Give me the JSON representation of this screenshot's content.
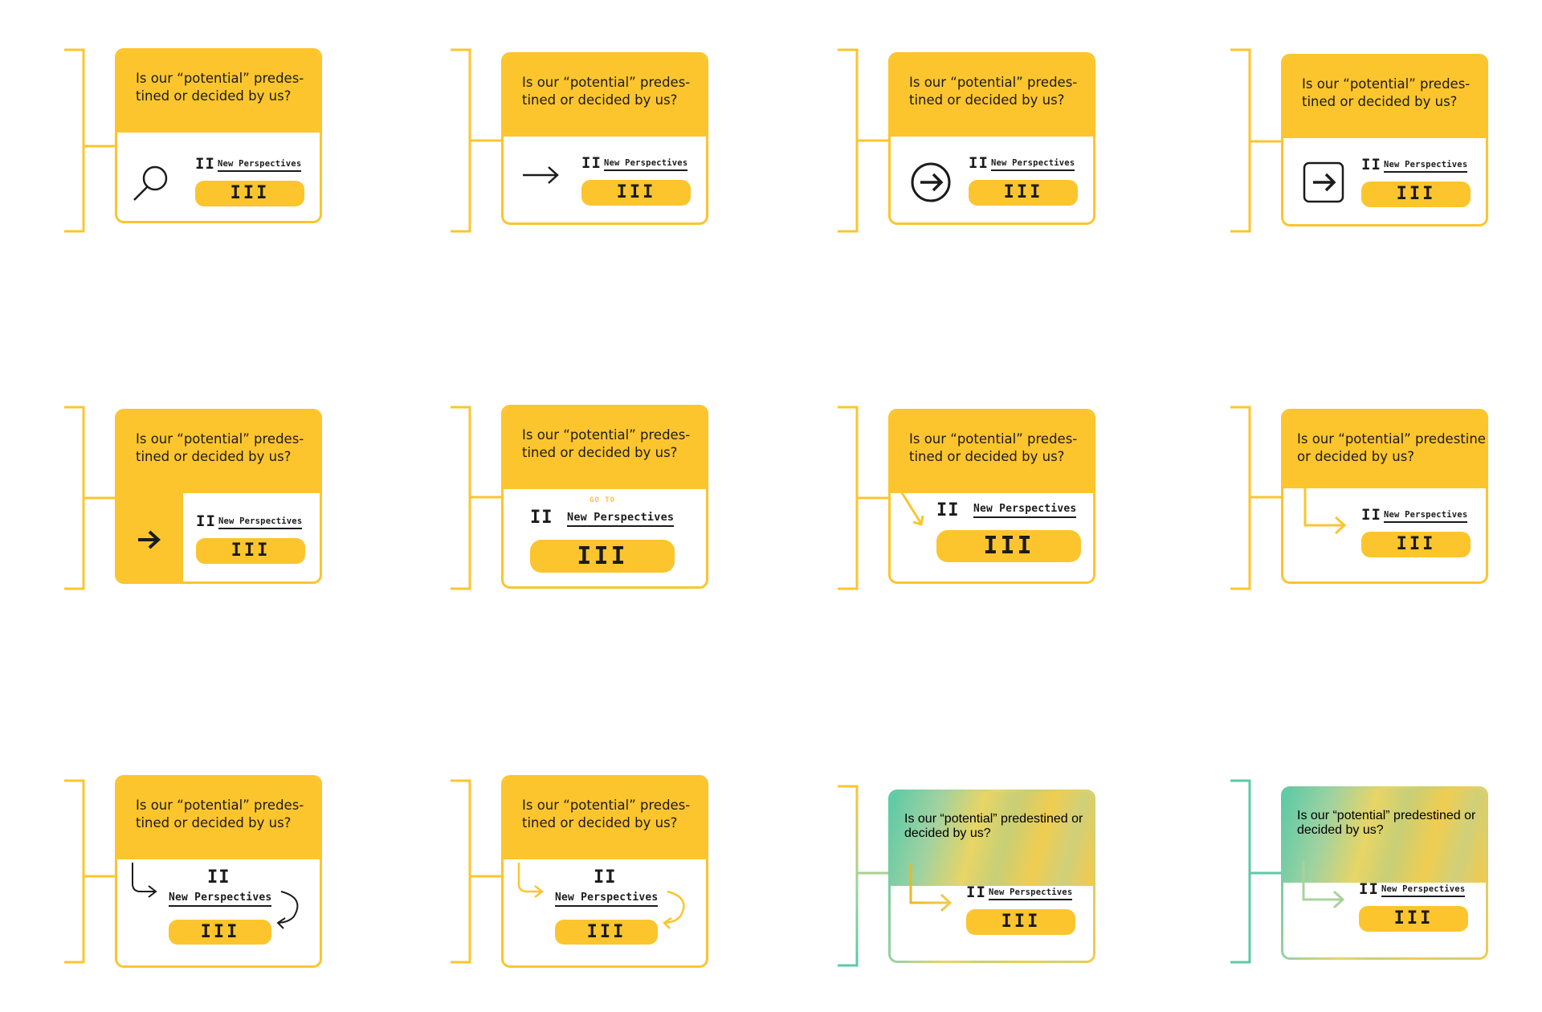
{
  "colors": {
    "accent": "#fcc52e",
    "ink": "#1b1b1b",
    "teal": "#5cc9a7"
  },
  "question_split": [
    "Is our “potential” predes-",
    "tined or decided by us?"
  ],
  "question_wide": [
    "Is our “potential” predestined",
    "or decided by us?"
  ],
  "level_two": "II",
  "section_title": "New Perspectives",
  "level_three": "III",
  "goto_label": "GO TO",
  "variants": [
    {
      "icon": "magnifier-icon"
    },
    {
      "icon": "arrow-right-icon"
    },
    {
      "icon": "circle-arrow-icon"
    },
    {
      "icon": "square-arrow-icon"
    },
    {
      "icon": "bold-arrow-icon"
    },
    {
      "icon": "none"
    },
    {
      "icon": "diagonal-arrow-icon"
    },
    {
      "icon": "elbow-arrow-icon"
    },
    {
      "icon": "loop-arrows-icon"
    },
    {
      "icon": "loop-arrows-icon"
    },
    {
      "icon": "elbow-arrow-icon"
    },
    {
      "icon": "elbow-arrow-icon"
    }
  ]
}
